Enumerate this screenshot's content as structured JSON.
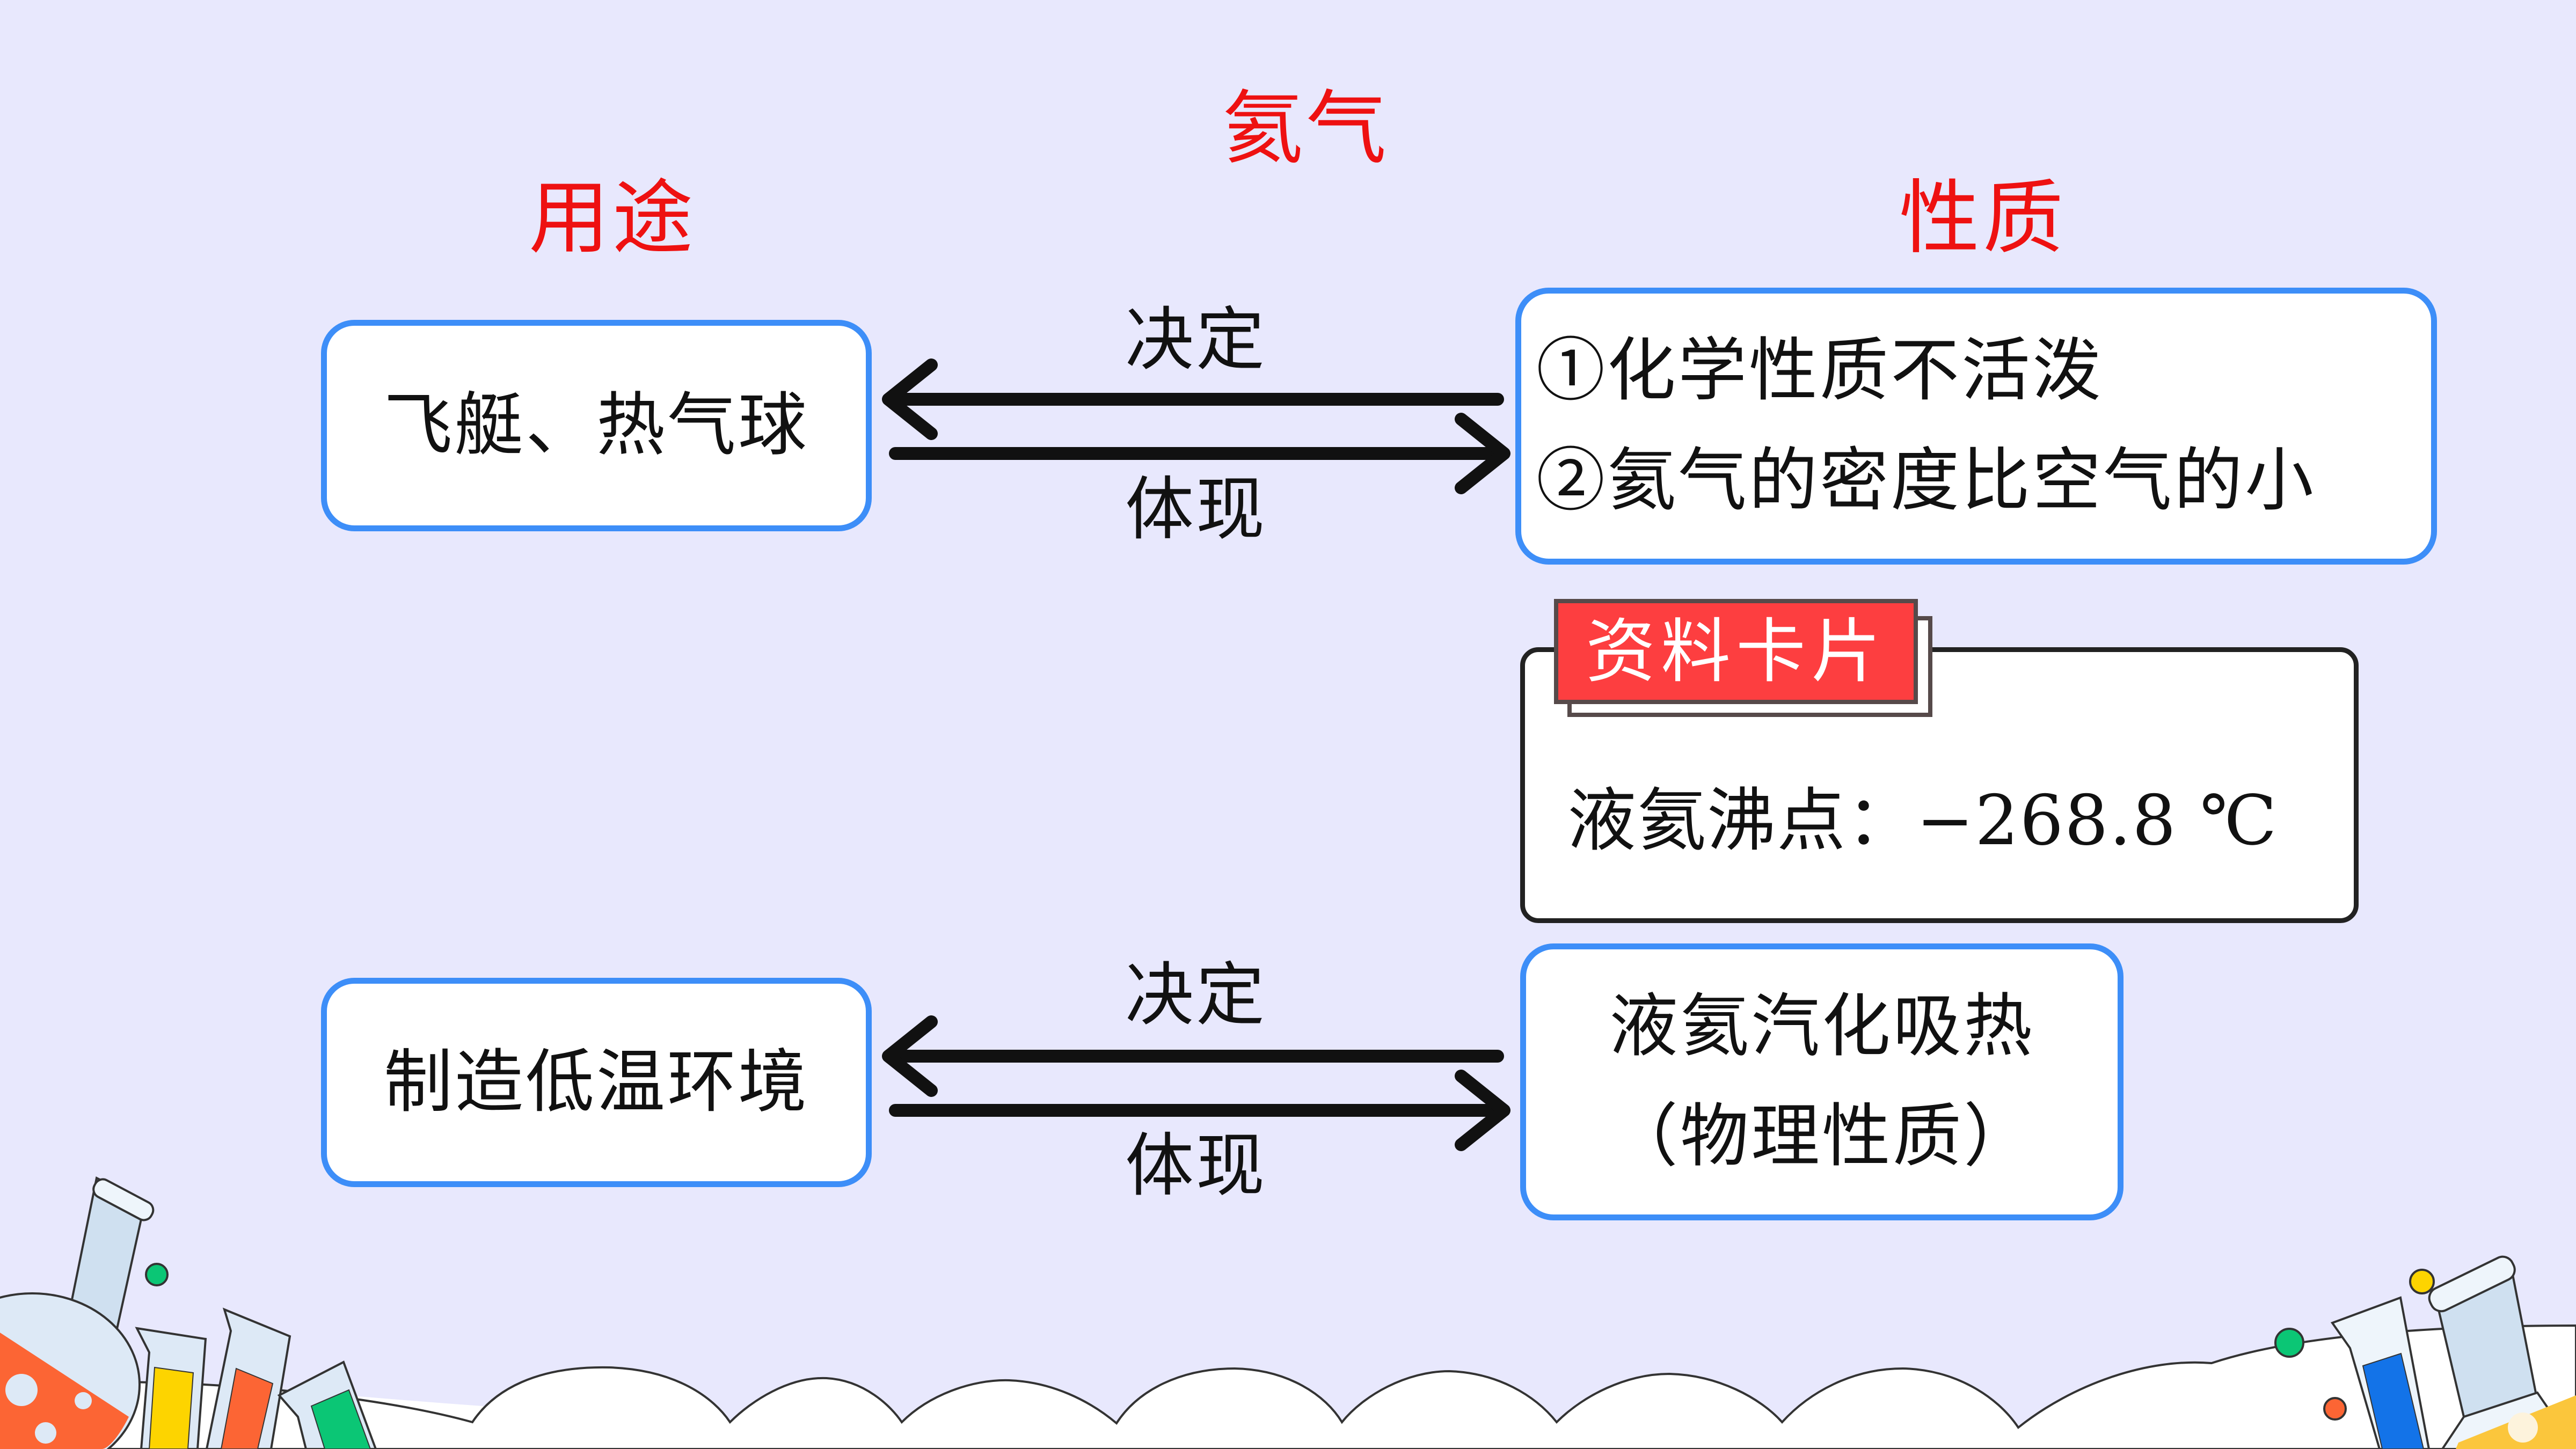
{
  "title": "氦气",
  "headings": {
    "uses": "用途",
    "properties": "性质"
  },
  "rows": [
    {
      "use": "飞艇、热气球",
      "properties": [
        "①化学性质不活泼",
        "②氦气的密度比空气的小"
      ],
      "arrow_top_label": "决定",
      "arrow_bottom_label": "体现"
    },
    {
      "use": "制造低温环境",
      "properties": [
        "液氦汽化吸热",
        "（物理性质）"
      ],
      "arrow_top_label": "决定",
      "arrow_bottom_label": "体现"
    }
  ],
  "info_card": {
    "tag": "资料卡片",
    "text": "液氦沸点：−268.8 ℃"
  },
  "colors": {
    "background": "#e8e8fd",
    "box_border": "#3d8ef8",
    "heading": "#ee1111",
    "tag_fill": "#fd3e40"
  },
  "decorations": {
    "left": "flask-and-test-tubes-icon",
    "right": "flask-and-test-tube-icon"
  }
}
